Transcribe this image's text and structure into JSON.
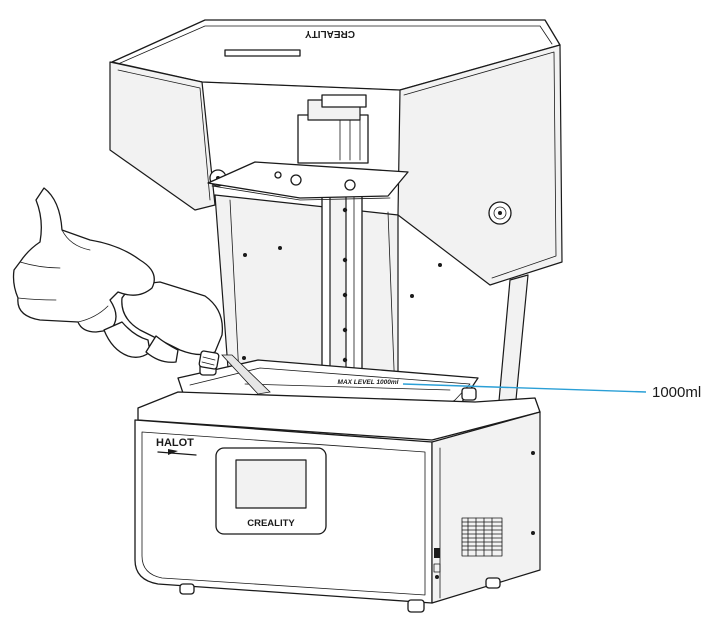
{
  "callout": {
    "label": "1000ml",
    "line_color": "#2a9fd6"
  },
  "printer": {
    "brand_top": "CREALITY",
    "brand_front": "CREALITY",
    "model_badge": "HALOT",
    "vat_marking": "MAX LEVEL 1000ml"
  },
  "icons": [
    "hand-pouring-bottle",
    "resin-stream",
    "usb-port-icon",
    "vent-grille"
  ]
}
